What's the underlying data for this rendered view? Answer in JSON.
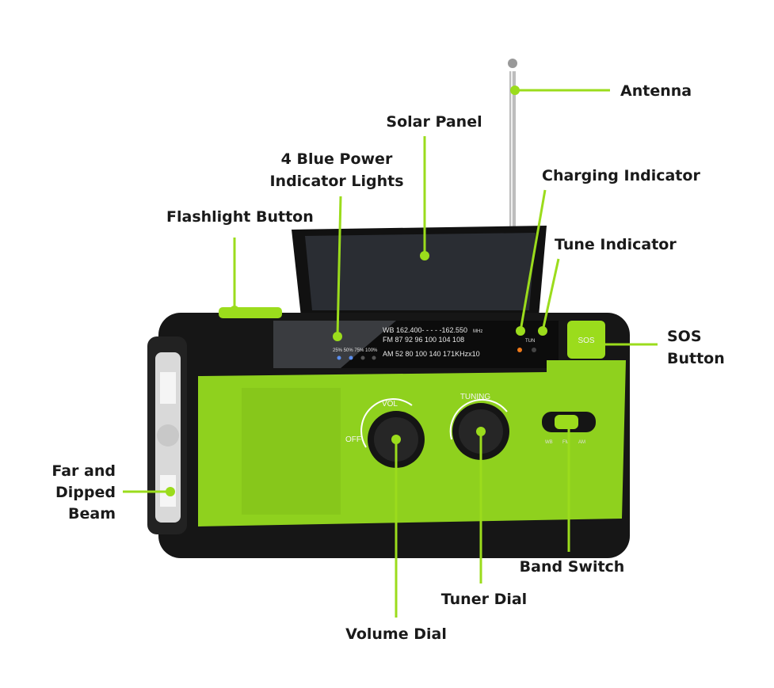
{
  "labels": {
    "antenna": "Antenna",
    "solar_panel": "Solar Panel",
    "power_lights_line1": "4 Blue Power",
    "power_lights_line2": "Indicator Lights",
    "flashlight_button": "Flashlight Button",
    "charging_indicator": "Charging Indicator",
    "tune_indicator": "Tune Indicator",
    "sos_line1": "SOS",
    "sos_line2": "Button",
    "beam_line1": "Far and",
    "beam_line2": "Dipped",
    "beam_line3": "Beam",
    "band_switch": "Band Switch",
    "tuner_dial": "Tuner Dial",
    "volume_dial": "Volume Dial"
  },
  "radio": {
    "wb_scale": "WB 162.400- - - - -162.550",
    "mhz": "MHz",
    "fm_scale": "FM  87  92  96  100 104 108",
    "am_scale": "AM  52  80  100   140  171KHzx10",
    "power_levels": "25% 50% 75% 100%",
    "tun": "TUN",
    "vol": "VOL",
    "off": "OFF",
    "tuning": "TUNING",
    "band_wb": "WB",
    "band_fm": "FM",
    "band_am": "AM",
    "sos": "SOS"
  },
  "colors": {
    "accent": "#9bdc1c",
    "body": "#141414",
    "green_panel": "#8fd11e"
  }
}
